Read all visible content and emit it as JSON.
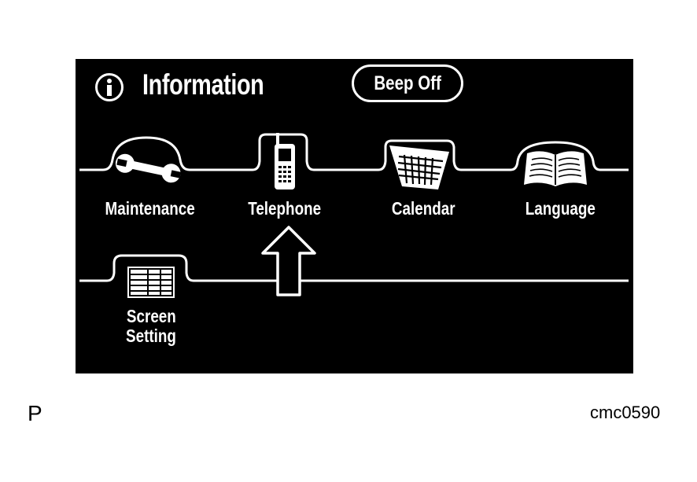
{
  "header": {
    "title": "Information",
    "beep_button": "Beep Off"
  },
  "menu": {
    "items": [
      {
        "label": "Maintenance",
        "icon": "wrench-icon"
      },
      {
        "label": "Telephone",
        "icon": "phone-icon"
      },
      {
        "label": "Calendar",
        "icon": "calendar-icon"
      },
      {
        "label": "Language",
        "icon": "book-icon"
      },
      {
        "label_line1": "Screen",
        "label_line2": "Setting",
        "icon": "screen-grid-icon"
      }
    ]
  },
  "annotation": {
    "arrow": "up-arrow-icon"
  },
  "footer": {
    "left_letter": "P",
    "figure_code": "cmc0590"
  },
  "colors": {
    "screen_bg": "#000000",
    "foreground": "#ffffff",
    "page_bg": "#ffffff"
  }
}
